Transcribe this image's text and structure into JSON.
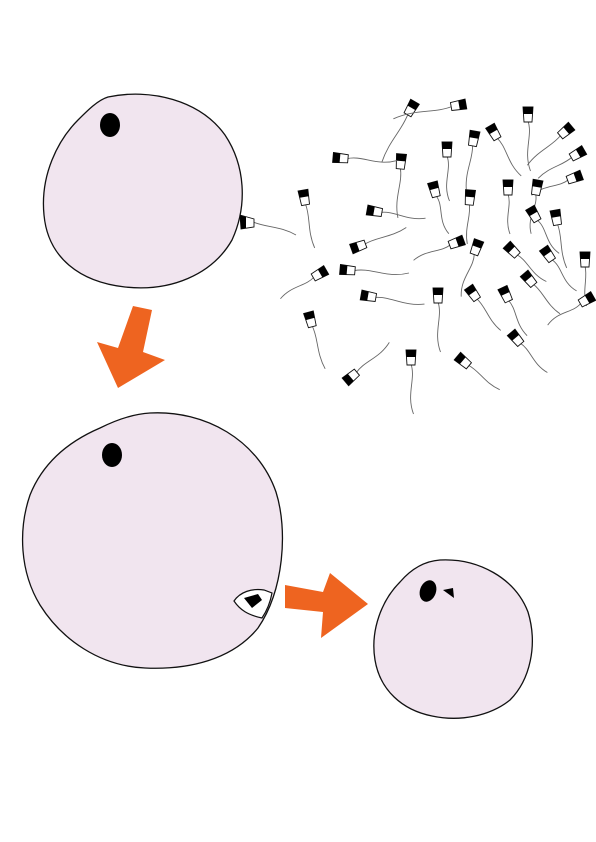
{
  "colors": {
    "background": "#ffffff",
    "cell_fill": "#f1e5ef",
    "cell_stroke": "#111111",
    "nucleus": "#000000",
    "arrow": "#ee6420",
    "sperm_head_fill": "#ffffff",
    "sperm_tail": "#666666"
  },
  "stages": [
    {
      "name": "egg",
      "has_sperm_attached": true
    },
    {
      "name": "egg-with-sperm-entering",
      "has_sperm_attached": true
    },
    {
      "name": "zygote",
      "pronuclei": 2
    }
  ],
  "icons": {
    "egg": "egg-cell-icon",
    "sperm": "sperm-cell-icon",
    "nucleus": "nucleus-icon",
    "arrow": "arrow-icon"
  }
}
